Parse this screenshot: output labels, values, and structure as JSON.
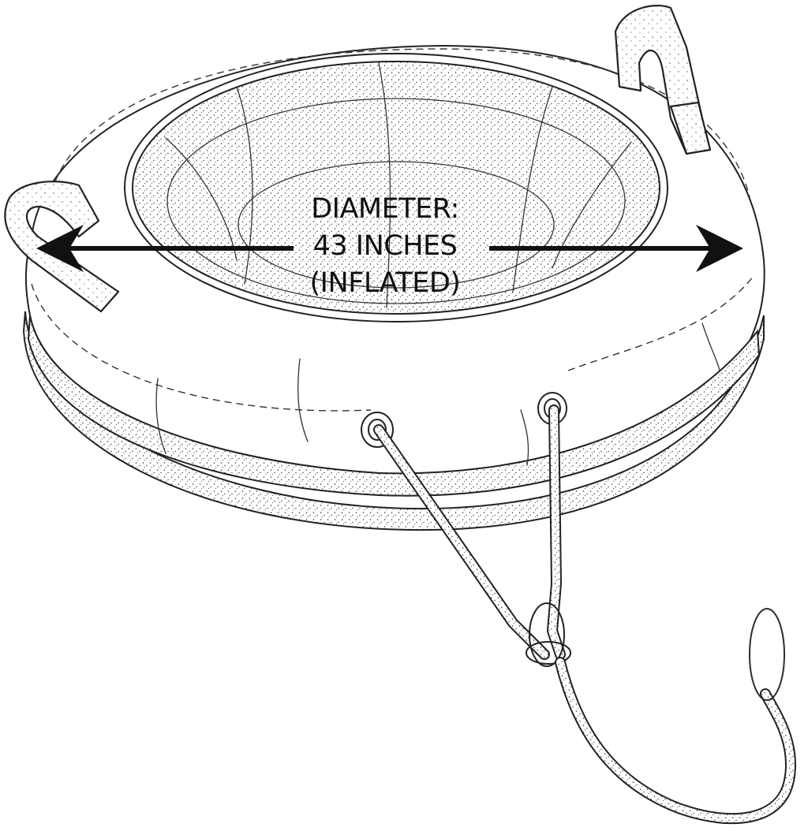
{
  "label": {
    "line1": "DIAMETER:",
    "line2": "43 INCHES",
    "line3": "(INFLATED)"
  },
  "colors": {
    "ink": "#222222",
    "background": "#ffffff"
  }
}
